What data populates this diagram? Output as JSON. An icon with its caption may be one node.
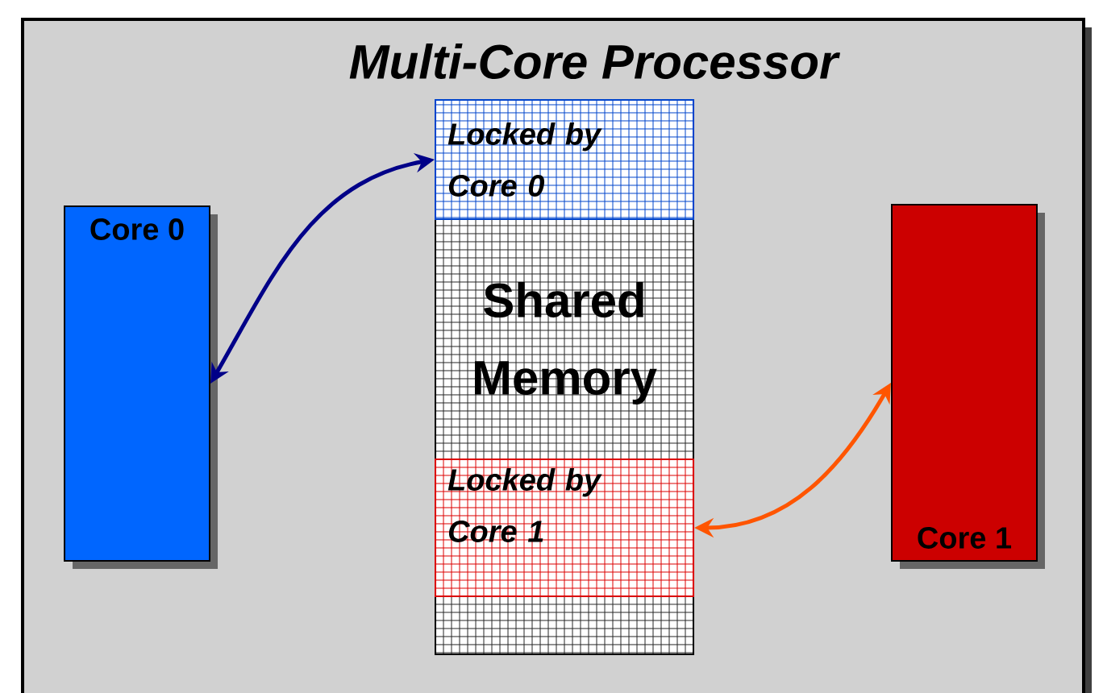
{
  "diagram": {
    "nodes": [
      {
        "text": [
          "Multi-Core Processor"
        ]
      },
      {
        "text": [
          "Core 0"
        ],
        "in": 0
      },
      {
        "text": [
          "Shared Memory"
        ],
        "in": 0
      },
      {
        "text": [
          "Locked by Core 0"
        ],
        "in": 2
      },
      {
        "text": [
          "Locked by Core 1"
        ],
        "in": 2
      },
      {
        "text": [
          "Core 1"
        ],
        "in": 0
      }
    ],
    "edges": [
      {
        "from": 1,
        "to": 3,
        "arrow": "both",
        "color": "#000088"
      },
      {
        "from": 5,
        "to": 4,
        "arrow": "both",
        "color": "#ff5500"
      }
    ]
  }
}
